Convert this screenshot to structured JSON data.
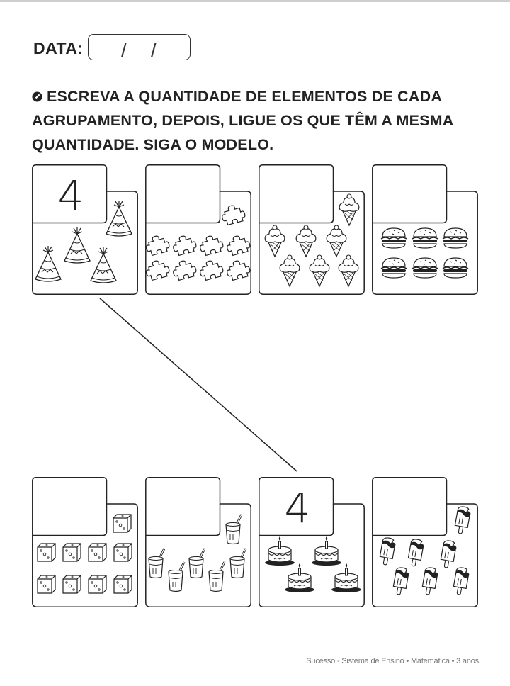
{
  "header": {
    "date_label": "DATA:",
    "date_slash": "/"
  },
  "instruction": {
    "bullet_icon": "pencil-circle-icon",
    "text": "ESCREVA A QUANTIDADE DE ELEMENTOS DE CADA AGRUPAMENTO, DEPOIS, LIGUE OS QUE TÊM A MESMA QUANTIDADE. SIGA O MODELO."
  },
  "top_row": [
    {
      "group": "party-hats",
      "icon": "party-hat-icon",
      "answer": "4"
    },
    {
      "group": "puzzle-pieces",
      "icon": "puzzle-piece-icon",
      "answer": ""
    },
    {
      "group": "ice-creams",
      "icon": "ice-cream-cone-icon",
      "answer": ""
    },
    {
      "group": "hamburgers",
      "icon": "hamburger-icon",
      "answer": ""
    }
  ],
  "bottom_row": [
    {
      "group": "dice",
      "icon": "dice-icon",
      "answer": ""
    },
    {
      "group": "juice-glasses",
      "icon": "juice-glass-icon",
      "answer": ""
    },
    {
      "group": "birthday-cakes",
      "icon": "birthday-cake-icon",
      "answer": "4"
    },
    {
      "group": "popsicles",
      "icon": "popsicle-icon",
      "answer": ""
    }
  ],
  "footer": {
    "text": "Sucesso - Sistema de Ensino • Matemática • 3 anos"
  }
}
